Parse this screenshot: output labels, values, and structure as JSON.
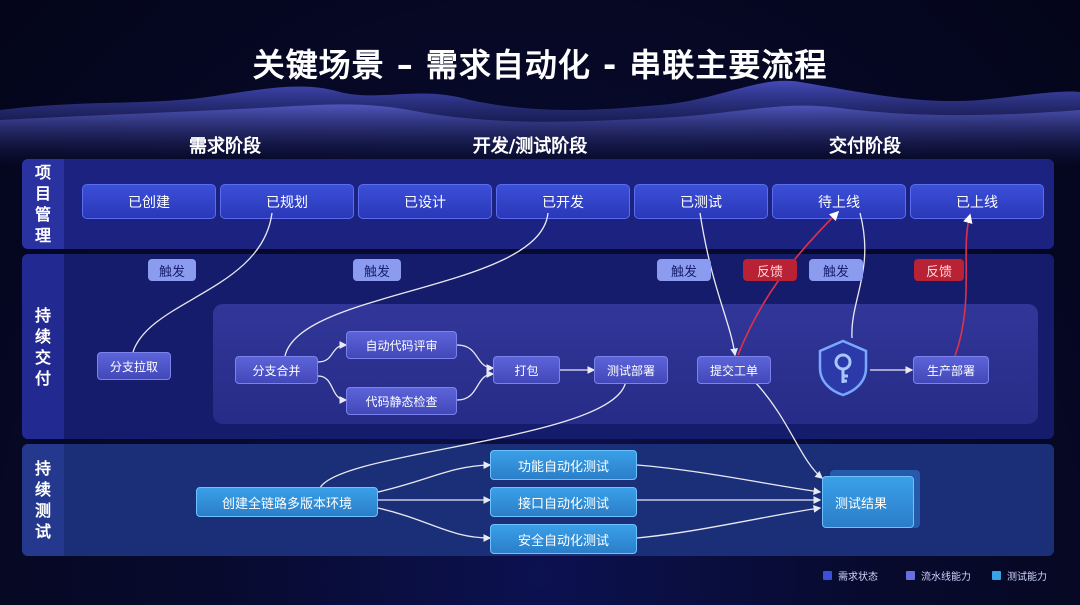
{
  "title": "关键场景 – 需求自动化 - 串联主要流程",
  "phases": [
    "需求阶段",
    "开发/测试阶段",
    "交付阶段"
  ],
  "rows": [
    {
      "label": "项\n目\n管\n理"
    },
    {
      "label": "持\n续\n交\n付"
    },
    {
      "label": "持\n续\n测\n试"
    }
  ],
  "statuses": [
    "已创建",
    "已规划",
    "已设计",
    "已开发",
    "已测试",
    "待上线",
    "已上线"
  ],
  "tags": {
    "trigger": "触发",
    "feedback": "反馈"
  },
  "delivery": {
    "branch_pull": "分支拉取",
    "branch_merge": "分支合并",
    "code_review": "自动代码评审",
    "static_check": "代码静态检查",
    "package": "打包",
    "test_deploy": "测试部署",
    "submit_ticket": "提交工单",
    "prod_deploy": "生产部署"
  },
  "testing": {
    "create_env": "创建全链路多版本环境",
    "func_test": "功能自动化测试",
    "api_test": "接口自动化测试",
    "sec_test": "安全自动化测试",
    "result": "测试结果"
  },
  "legend": [
    {
      "label": "需求状态",
      "color": "#3b4fd8"
    },
    {
      "label": "流水线能力",
      "color": "#6a6fe0"
    },
    {
      "label": "测试能力",
      "color": "#3aa0e8"
    }
  ]
}
